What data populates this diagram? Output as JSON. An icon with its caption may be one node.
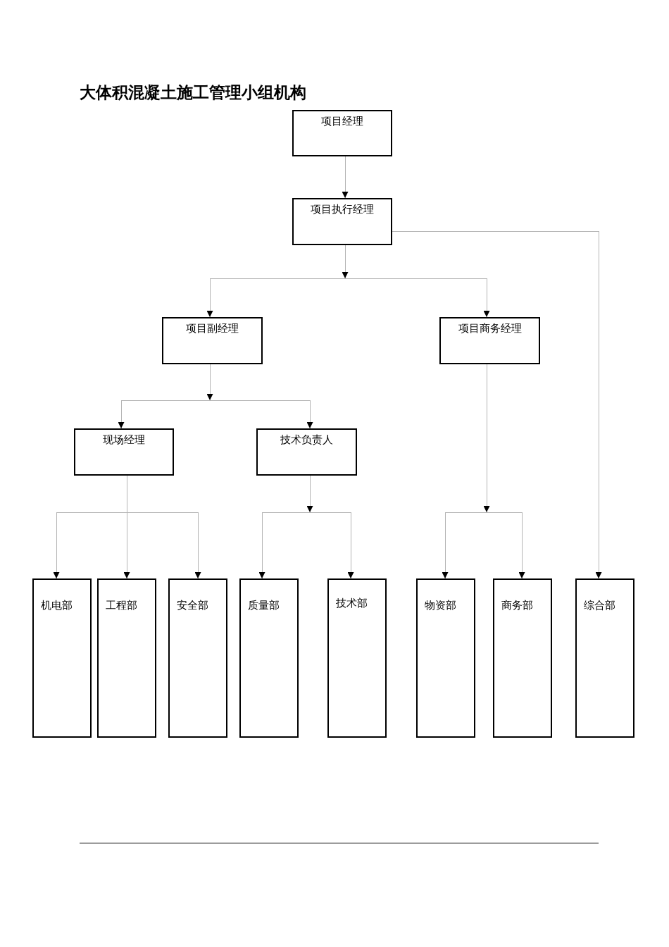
{
  "diagram": {
    "title": "大体积混凝土施工管理小组机构",
    "nodes": [
      {
        "text": [
          "项目经理"
        ]
      },
      {
        "text": [
          "项目执行经理"
        ]
      },
      {
        "text": [
          "项目副经理"
        ]
      },
      {
        "text": [
          "项目商务经理"
        ]
      },
      {
        "text": [
          "现场经理"
        ]
      },
      {
        "text": [
          "技术负责人"
        ]
      },
      {
        "text": [
          "机电部"
        ]
      },
      {
        "text": [
          "工程部"
        ]
      },
      {
        "text": [
          "安全部"
        ]
      },
      {
        "text": [
          "质量部"
        ]
      },
      {
        "text": [
          "技术部"
        ]
      },
      {
        "text": [
          "物资部"
        ]
      },
      {
        "text": [
          "商务部"
        ]
      },
      {
        "text": [
          "综合部"
        ]
      }
    ],
    "edges": [
      {
        "from": 0,
        "to": 1,
        "arrow": "to"
      },
      {
        "from": 1,
        "to": 2,
        "arrow": "to"
      },
      {
        "from": 1,
        "to": 3,
        "arrow": "to"
      },
      {
        "from": 1,
        "to": 13,
        "arrow": "to"
      },
      {
        "from": 2,
        "to": 4,
        "arrow": "to"
      },
      {
        "from": 2,
        "to": 5,
        "arrow": "to"
      },
      {
        "from": 3,
        "to": 11,
        "arrow": "to"
      },
      {
        "from": 3,
        "to": 12,
        "arrow": "to"
      },
      {
        "from": 4,
        "to": 6,
        "arrow": "to"
      },
      {
        "from": 4,
        "to": 7,
        "arrow": "to"
      },
      {
        "from": 4,
        "to": 8,
        "arrow": "to"
      },
      {
        "from": 5,
        "to": 9,
        "arrow": "to"
      },
      {
        "from": 5,
        "to": 10,
        "arrow": "to"
      }
    ]
  }
}
